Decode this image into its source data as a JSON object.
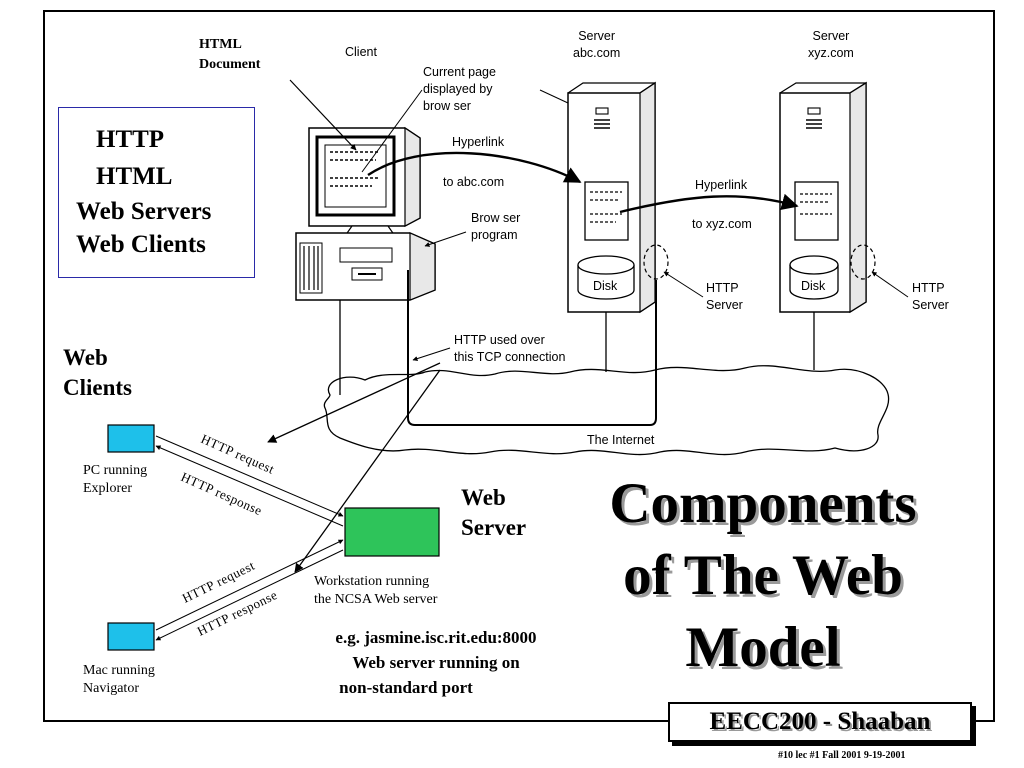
{
  "topics": [
    "HTTP",
    "HTML",
    "Web Servers",
    "Web Clients"
  ],
  "top_diagram": {
    "html_document": [
      "HTML",
      "Document"
    ],
    "client": "Client",
    "current_page": [
      "Current page",
      "displayed by",
      "brow ser"
    ],
    "hyperlink_1": "Hyperlink",
    "to_abc": "to abc.com",
    "browser_program": [
      "Brow ser",
      "program"
    ],
    "server_abc": [
      "Server",
      "abc.com"
    ],
    "server_xyz": [
      "Server",
      "xyz.com"
    ],
    "hyperlink_2": "Hyperlink",
    "to_xyz": "to xyz.com",
    "disk": "Disk",
    "http_server": [
      "HTTP",
      "Server"
    ],
    "http_used_over": [
      "HTTP used over",
      "this TCP connection"
    ],
    "the_internet": "The Internet"
  },
  "bottom_diagram": {
    "web_clients": [
      "Web",
      "Clients"
    ],
    "pc_label": [
      "PC running",
      "Explorer"
    ],
    "mac_label": [
      "Mac running",
      "Navigator"
    ],
    "http_request": "HTTP request",
    "http_response": "HTTP response",
    "web_server": [
      "Web",
      "Server"
    ],
    "workstation": [
      "Workstation running",
      "the NCSA Web server"
    ],
    "example": [
      "e.g. jasmine.isc.rit.edu:8000",
      "Web server running on",
      "non-standard port"
    ]
  },
  "title": [
    "Components",
    "of The Web",
    "Model"
  ],
  "footer": "EECC200 - Shaaban",
  "footnote": "#10  lec #1  Fall 2001   9-19-2001",
  "colors": {
    "client_box": "#1ec0ea",
    "server_box": "#2ec45a",
    "topic_border": "#2a2aa8",
    "title_shadow": "#9a9a9a"
  }
}
